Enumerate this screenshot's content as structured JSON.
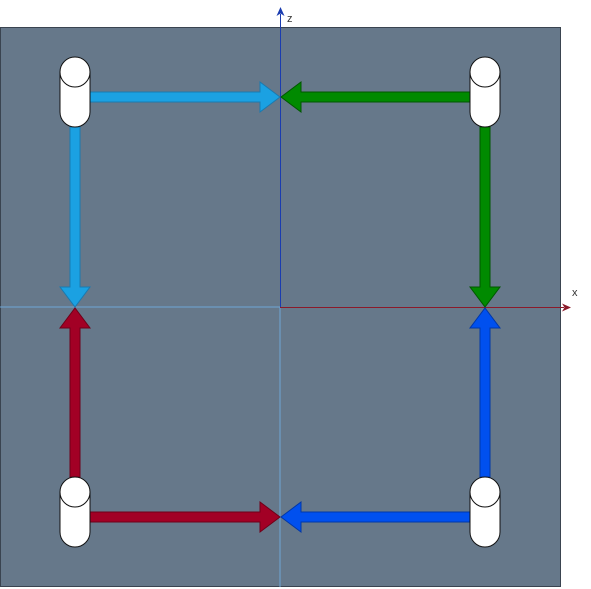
{
  "axes": {
    "z_label": "z",
    "x_label": "x",
    "z_color": "#1a3cb0",
    "x_color": "#8b1a2a",
    "guide_color": "#6ea6d6"
  },
  "panel": {
    "fill": "#66788a",
    "stroke": "#3a4450"
  },
  "cylinder": {
    "fill": "#ffffff",
    "stroke": "#111111"
  },
  "arrows": [
    {
      "name": "top-left-horizontal-arrow",
      "color": "#1ba1e2",
      "stroke": "#1a7ab0"
    },
    {
      "name": "top-left-vertical-arrow",
      "color": "#1ba1e2",
      "stroke": "#1a7ab0"
    },
    {
      "name": "top-right-horizontal-arrow",
      "color": "#008a00",
      "stroke": "#005700"
    },
    {
      "name": "top-right-vertical-arrow",
      "color": "#008a00",
      "stroke": "#005700"
    },
    {
      "name": "bottom-left-vertical-arrow",
      "color": "#a20025",
      "stroke": "#6f0019"
    },
    {
      "name": "bottom-left-horizontal-arrow",
      "color": "#a20025",
      "stroke": "#6f0019"
    },
    {
      "name": "bottom-right-horizontal-arrow",
      "color": "#0050ef",
      "stroke": "#0037a8"
    },
    {
      "name": "bottom-right-vertical-arrow",
      "color": "#0050ef",
      "stroke": "#0037a8"
    }
  ]
}
